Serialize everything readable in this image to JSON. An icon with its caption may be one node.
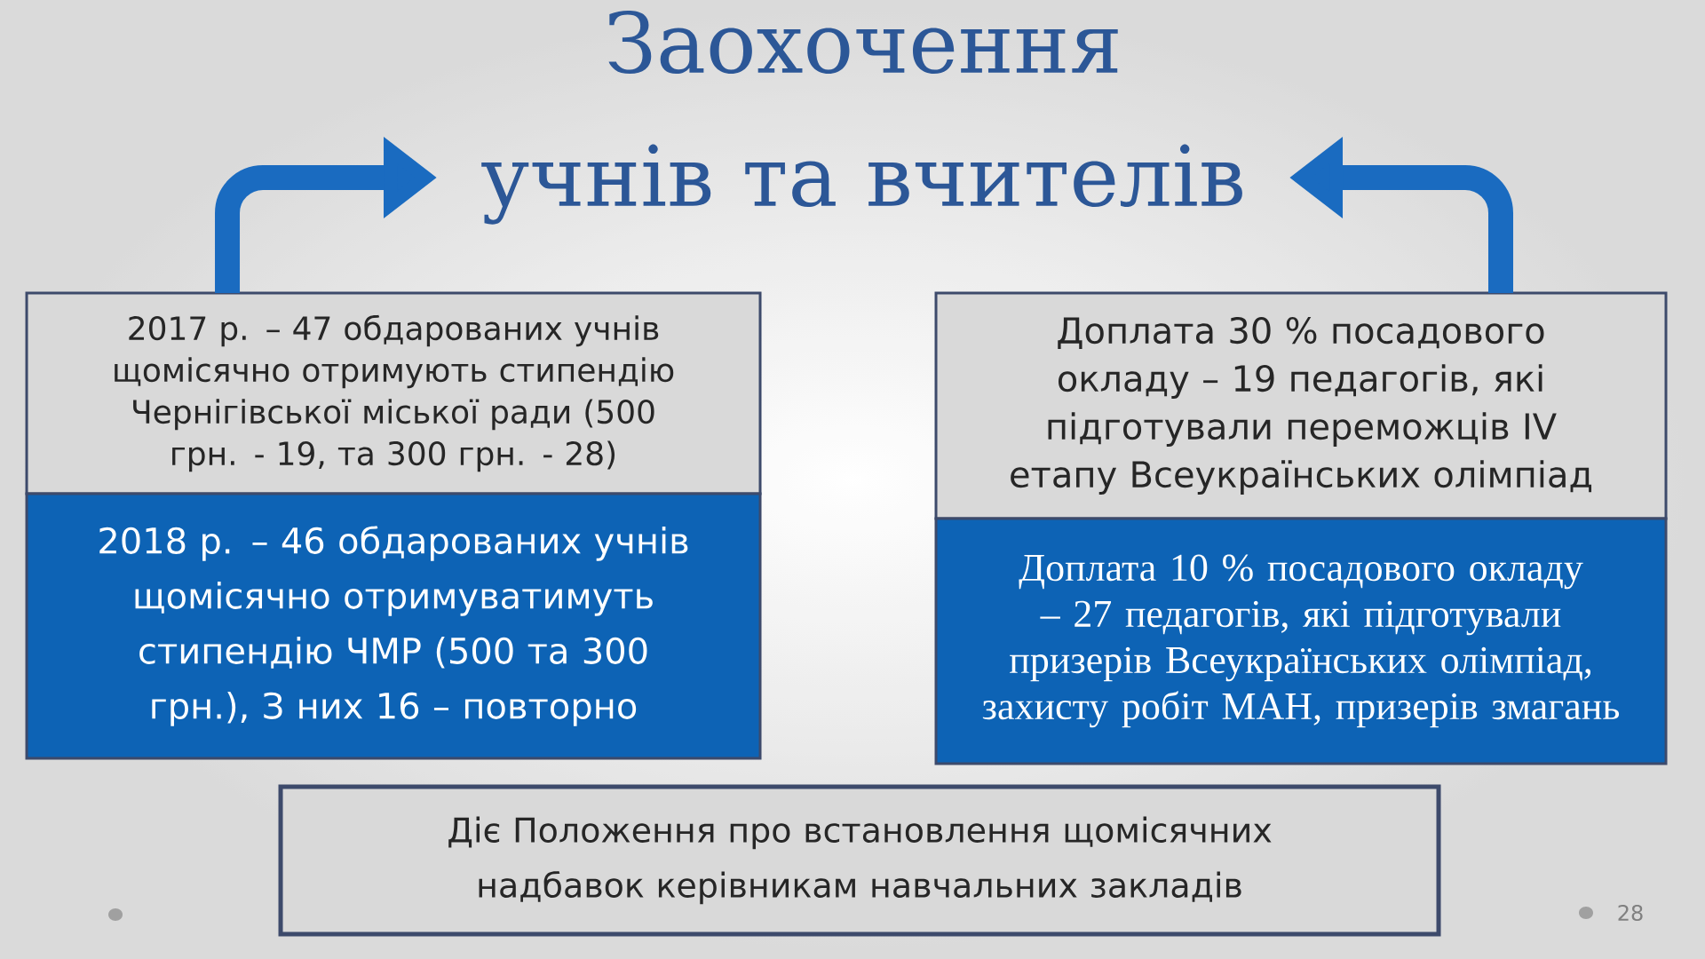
{
  "diagram": {
    "nodes": [
      {
        "text": [
          "Заохочення учнів та вчителів"
        ]
      },
      {
        "text": [
          "2017 р. – 47 обдарованих учнів щомісячно отримують стипендію Чернігівської міської ради (500 грн. - 19, та 300 грн. - 28)"
        ]
      },
      {
        "text": [
          "2018 р. – 46 обдарованих учнів щомісячно отримуватимуть стипендію ЧМР (500 та 300 грн.), З них 16 – повторно"
        ]
      },
      {
        "text": [
          "Доплата 30 % посадового окладу – 19 педагогів, які підготували переможців IV етапу Всеукраїнських олімпіад"
        ]
      },
      {
        "text": [
          "Доплата 10 % посадового окладу – 27 педагогів, які підготували призерів Всеукраїнських олімпіад, захисту робіт МАН, призерів змагань"
        ]
      },
      {
        "text": [
          "Діє Положення про встановлення щомісячних надбавок керівникам навчальних закладів"
        ]
      }
    ],
    "edges": [
      {
        "from": 1,
        "to": 0,
        "arrow": "to"
      },
      {
        "from": 3,
        "to": 0,
        "arrow": "to"
      }
    ],
    "labels": [
      "28"
    ]
  }
}
